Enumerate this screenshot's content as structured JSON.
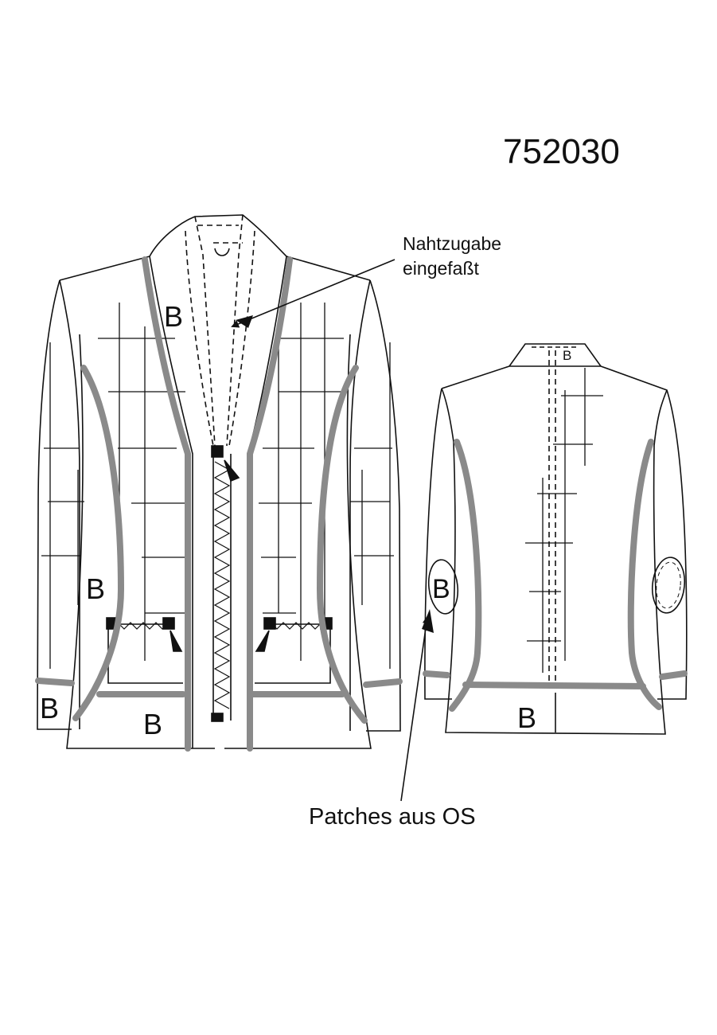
{
  "style_number": "752030",
  "annotations": {
    "seam_line1": "Nahtzugabe",
    "seam_line2": "eingefaßt",
    "patches": "Patches aus OS"
  },
  "markers": {
    "front_lapel": "B",
    "front_side": "B",
    "front_cuff": "B",
    "front_hem": "B",
    "back_collar": "B",
    "back_elbow": "B",
    "back_hem": "B"
  },
  "colors": {
    "outline": "#111111",
    "binding_gray": "#8a8a8a",
    "background": "#ffffff"
  }
}
